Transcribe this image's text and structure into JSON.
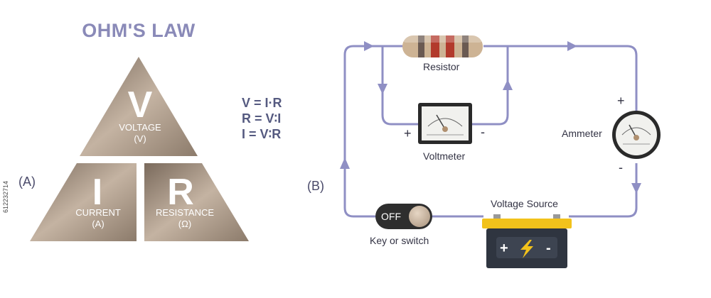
{
  "title": "OHM'S LAW",
  "triangle": {
    "top": {
      "letter": "V",
      "word": "VOLTAGE",
      "unit": "(V)"
    },
    "left": {
      "letter": "I",
      "word": "CURRENT",
      "unit": "(A)"
    },
    "right": {
      "letter": "R",
      "word": "RESISTANCE",
      "unit": "(Ω)"
    }
  },
  "panel_labels": {
    "a": "(A)",
    "b": "(B)"
  },
  "formulas": [
    "V = I·R",
    "R = V∶I",
    "I = V∶R"
  ],
  "circuit": {
    "resistor": "Resistor",
    "voltmeter": "Voltmeter",
    "ammeter": "Ammeter",
    "voltage_source": "Voltage Source",
    "switch": "Key or switch",
    "switch_state": "OFF",
    "plus": "+",
    "minus": "-",
    "battery_plus": "+",
    "battery_minus": "-"
  },
  "watermark": "612232714",
  "colors": {
    "wire": "#8f8fc4",
    "triangle": "#a89584",
    "title": "#8a8ab8",
    "battery_top": "#f2c21b",
    "battery_body": "#2f3540"
  }
}
